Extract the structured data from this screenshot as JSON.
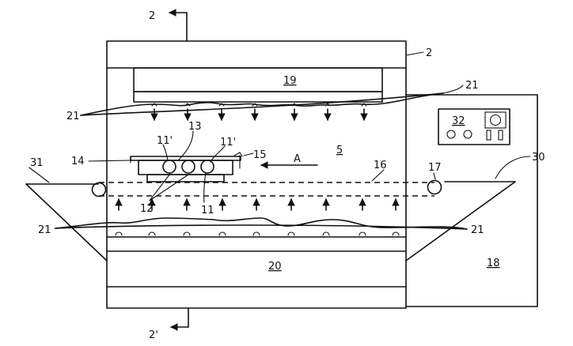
{
  "labels": {
    "section_top": "2",
    "section_bottom": "2'",
    "housing": "2",
    "chamber": "5",
    "upper_heater": "19",
    "lower_heater": "20",
    "control_cabinet": "18",
    "control_panel": "32",
    "nozzle": "21",
    "carrier": "13",
    "tray": "14",
    "guide": "15",
    "direction": "A",
    "belt": "16",
    "roller": "17",
    "infeed": "31",
    "outfeed": "30",
    "parts": "12",
    "part_a": "11'",
    "part_b": "11'",
    "part_c": "11"
  }
}
